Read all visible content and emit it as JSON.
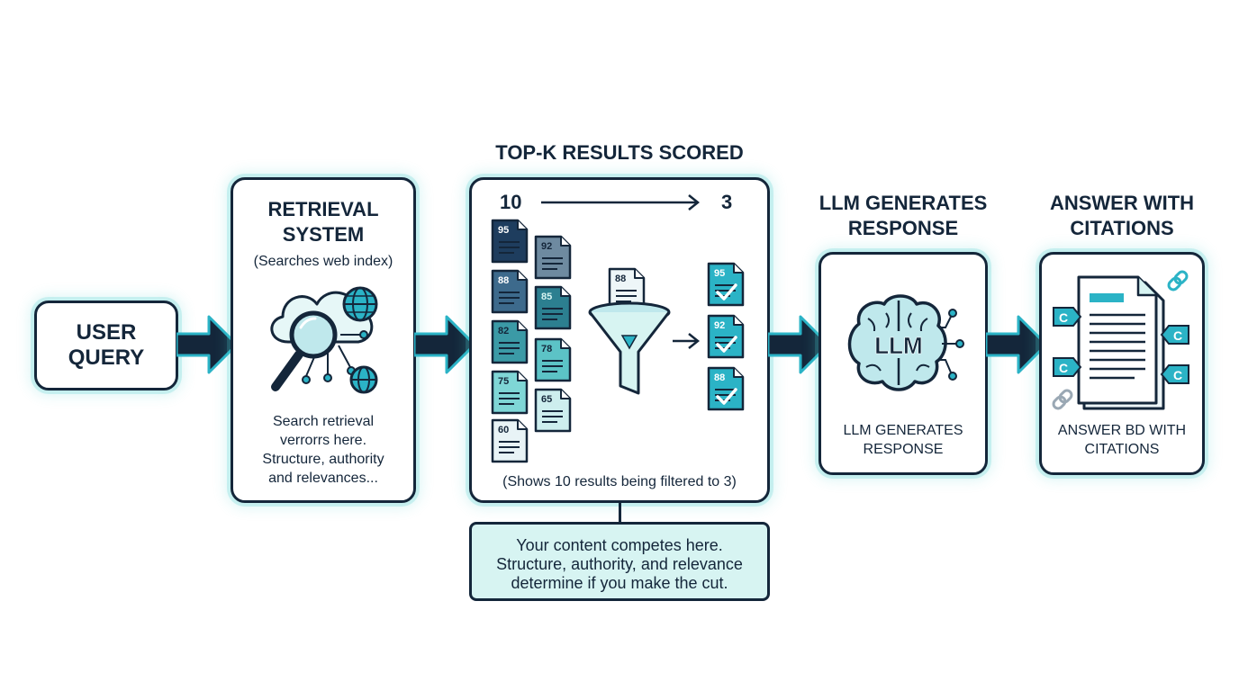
{
  "user_query": {
    "label_line1": "USER",
    "label_line2": "QUERY"
  },
  "retrieval": {
    "title_line1": "RETRIEVAL",
    "title_line2": "SYSTEM",
    "subtitle": "(Searches web index)",
    "desc_line1": "Search retrieval",
    "desc_line2": "verrorrs here.",
    "desc_line3": "Structure, authority",
    "desc_line4": "and relevances..."
  },
  "topk": {
    "heading": "TOP-K RESULTS SCORED",
    "from_count": "10",
    "to_count": "3",
    "left_scores": [
      "95",
      "88",
      "82",
      "75",
      "60"
    ],
    "right_scores": [
      "92",
      "85",
      "78",
      "65"
    ],
    "funnel_score": "88",
    "selected_scores": [
      "95",
      "92",
      "88"
    ],
    "caption": "(Shows 10 results being filtered to 3)"
  },
  "callout": {
    "line1": "Your content competes here.",
    "line2": "Structure, authority, and relevance",
    "line3": "determine if you make the cut."
  },
  "llm": {
    "title_line1": "LLM GENERATES",
    "title_line2": "RESPONSE",
    "brain_label": "LLM",
    "desc_line1": "LLM GENERATES",
    "desc_line2": "RESPONSE"
  },
  "answer": {
    "title_line1": "ANSWER WITH",
    "title_line2": "CITATIONS",
    "citation_marker": "C",
    "desc_line1": "ANSWER BD WITH",
    "desc_line2": "CITATIONS"
  },
  "colors": {
    "navy": "#14263a",
    "teal": "#2bb3c6",
    "teal_light": "#d7f4f2",
    "glow": "#48cccc"
  }
}
